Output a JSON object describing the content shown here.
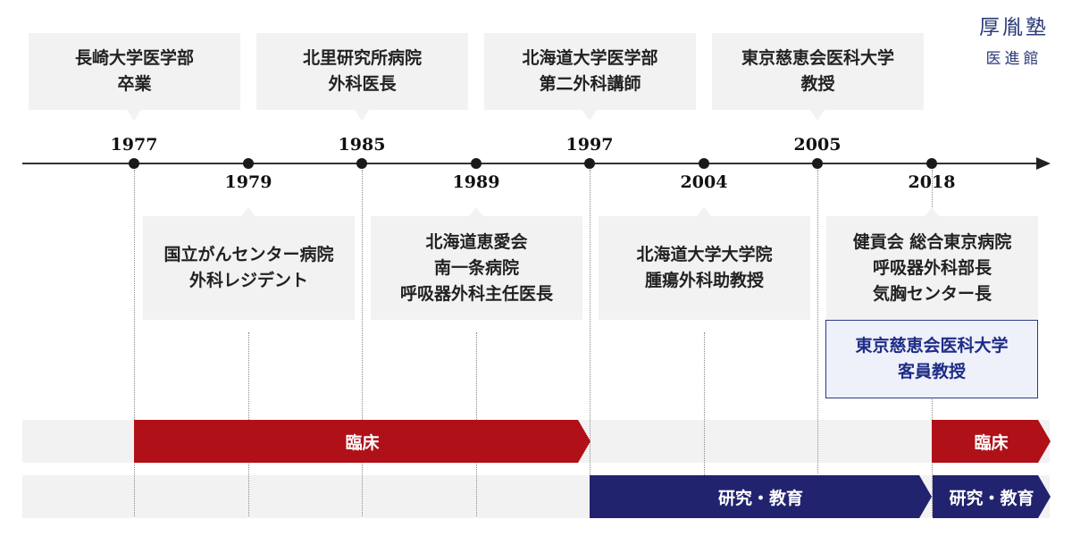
{
  "logo": {
    "main": "厚胤塾",
    "sub": "医進館"
  },
  "timeline": {
    "events": [
      {
        "year": "1977",
        "lines": [
          "長崎大学医学部",
          "卒業"
        ]
      },
      {
        "year": "1979",
        "lines": [
          "国立がんセンター病院",
          "外科レジデント"
        ]
      },
      {
        "year": "1985",
        "lines": [
          "北里研究所病院",
          "外科医長"
        ]
      },
      {
        "year": "1989",
        "lines": [
          "北海道恵愛会",
          "南一条病院",
          "呼吸器外科主任医長"
        ]
      },
      {
        "year": "1997",
        "lines": [
          "北海道大学医学部",
          "第二外科講師"
        ]
      },
      {
        "year": "2004",
        "lines": [
          "北海道大学大学院",
          "腫瘍外科助教授"
        ]
      },
      {
        "year": "2005",
        "lines": [
          "東京慈恵会医科大学",
          "教授"
        ]
      },
      {
        "year": "2018",
        "lines": [
          "健貢会 総合東京病院",
          "呼吸器外科部長",
          "気胸センター長"
        ]
      }
    ],
    "guest": [
      "東京慈恵会医科大学",
      "客員教授"
    ]
  },
  "bars": {
    "clinical_label": "臨床",
    "research_label": "研究・教育",
    "clinical_color": "#b01018",
    "research_color": "#22236e"
  }
}
